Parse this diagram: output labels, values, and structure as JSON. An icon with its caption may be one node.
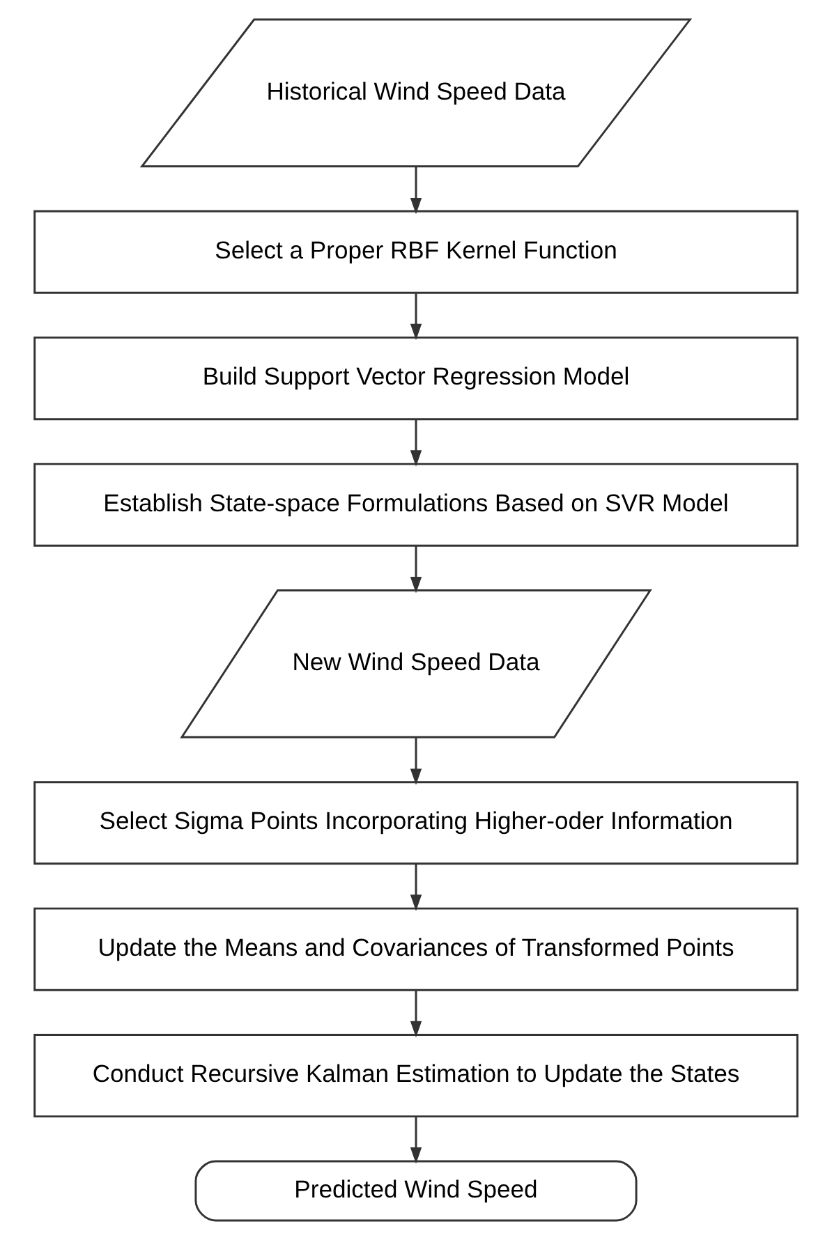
{
  "diagram": {
    "nodes": [
      {
        "text": [
          "Historical Wind Speed Data"
        ]
      },
      {
        "text": [
          "Select a Proper RBF Kernel Function"
        ]
      },
      {
        "text": [
          "Build Support Vector Regression Model"
        ]
      },
      {
        "text": [
          "Establish State-space Formulations Based on SVR Model"
        ]
      },
      {
        "text": [
          "New Wind Speed Data"
        ]
      },
      {
        "text": [
          "Select Sigma Points Incorporating Higher-oder Information"
        ]
      },
      {
        "text": [
          "Update the Means and Covariances of Transformed Points"
        ]
      },
      {
        "text": [
          "Conduct Recursive Kalman Estimation to Update the States"
        ]
      },
      {
        "text": [
          "Predicted Wind Speed"
        ]
      }
    ],
    "edges": [
      {
        "from": 0,
        "to": 1,
        "arrow": "to"
      },
      {
        "from": 1,
        "to": 2,
        "arrow": "to"
      },
      {
        "from": 2,
        "to": 3,
        "arrow": "to"
      },
      {
        "from": 3,
        "to": 4,
        "arrow": "to"
      },
      {
        "from": 4,
        "to": 5,
        "arrow": "to"
      },
      {
        "from": 5,
        "to": 6,
        "arrow": "to"
      },
      {
        "from": 6,
        "to": 7,
        "arrow": "to"
      },
      {
        "from": 7,
        "to": 8,
        "arrow": "to"
      }
    ]
  }
}
